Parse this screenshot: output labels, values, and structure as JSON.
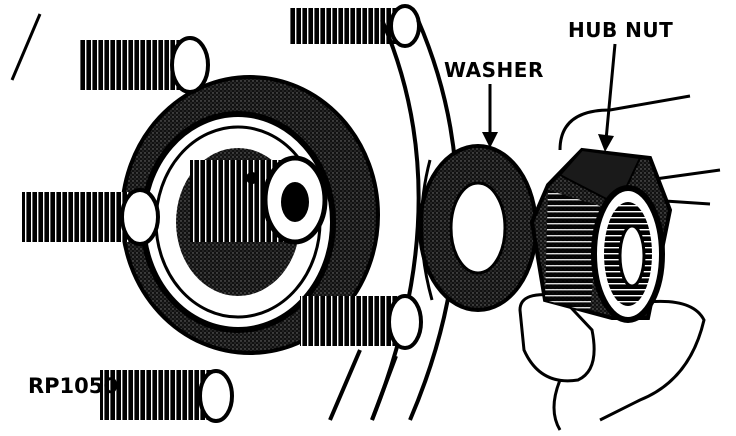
{
  "labels": {
    "hub_nut": "HUB NUT",
    "washer": "WASHER",
    "figure_code": "RP1050"
  },
  "colors": {
    "ink": "#000000",
    "paper": "#ffffff"
  }
}
